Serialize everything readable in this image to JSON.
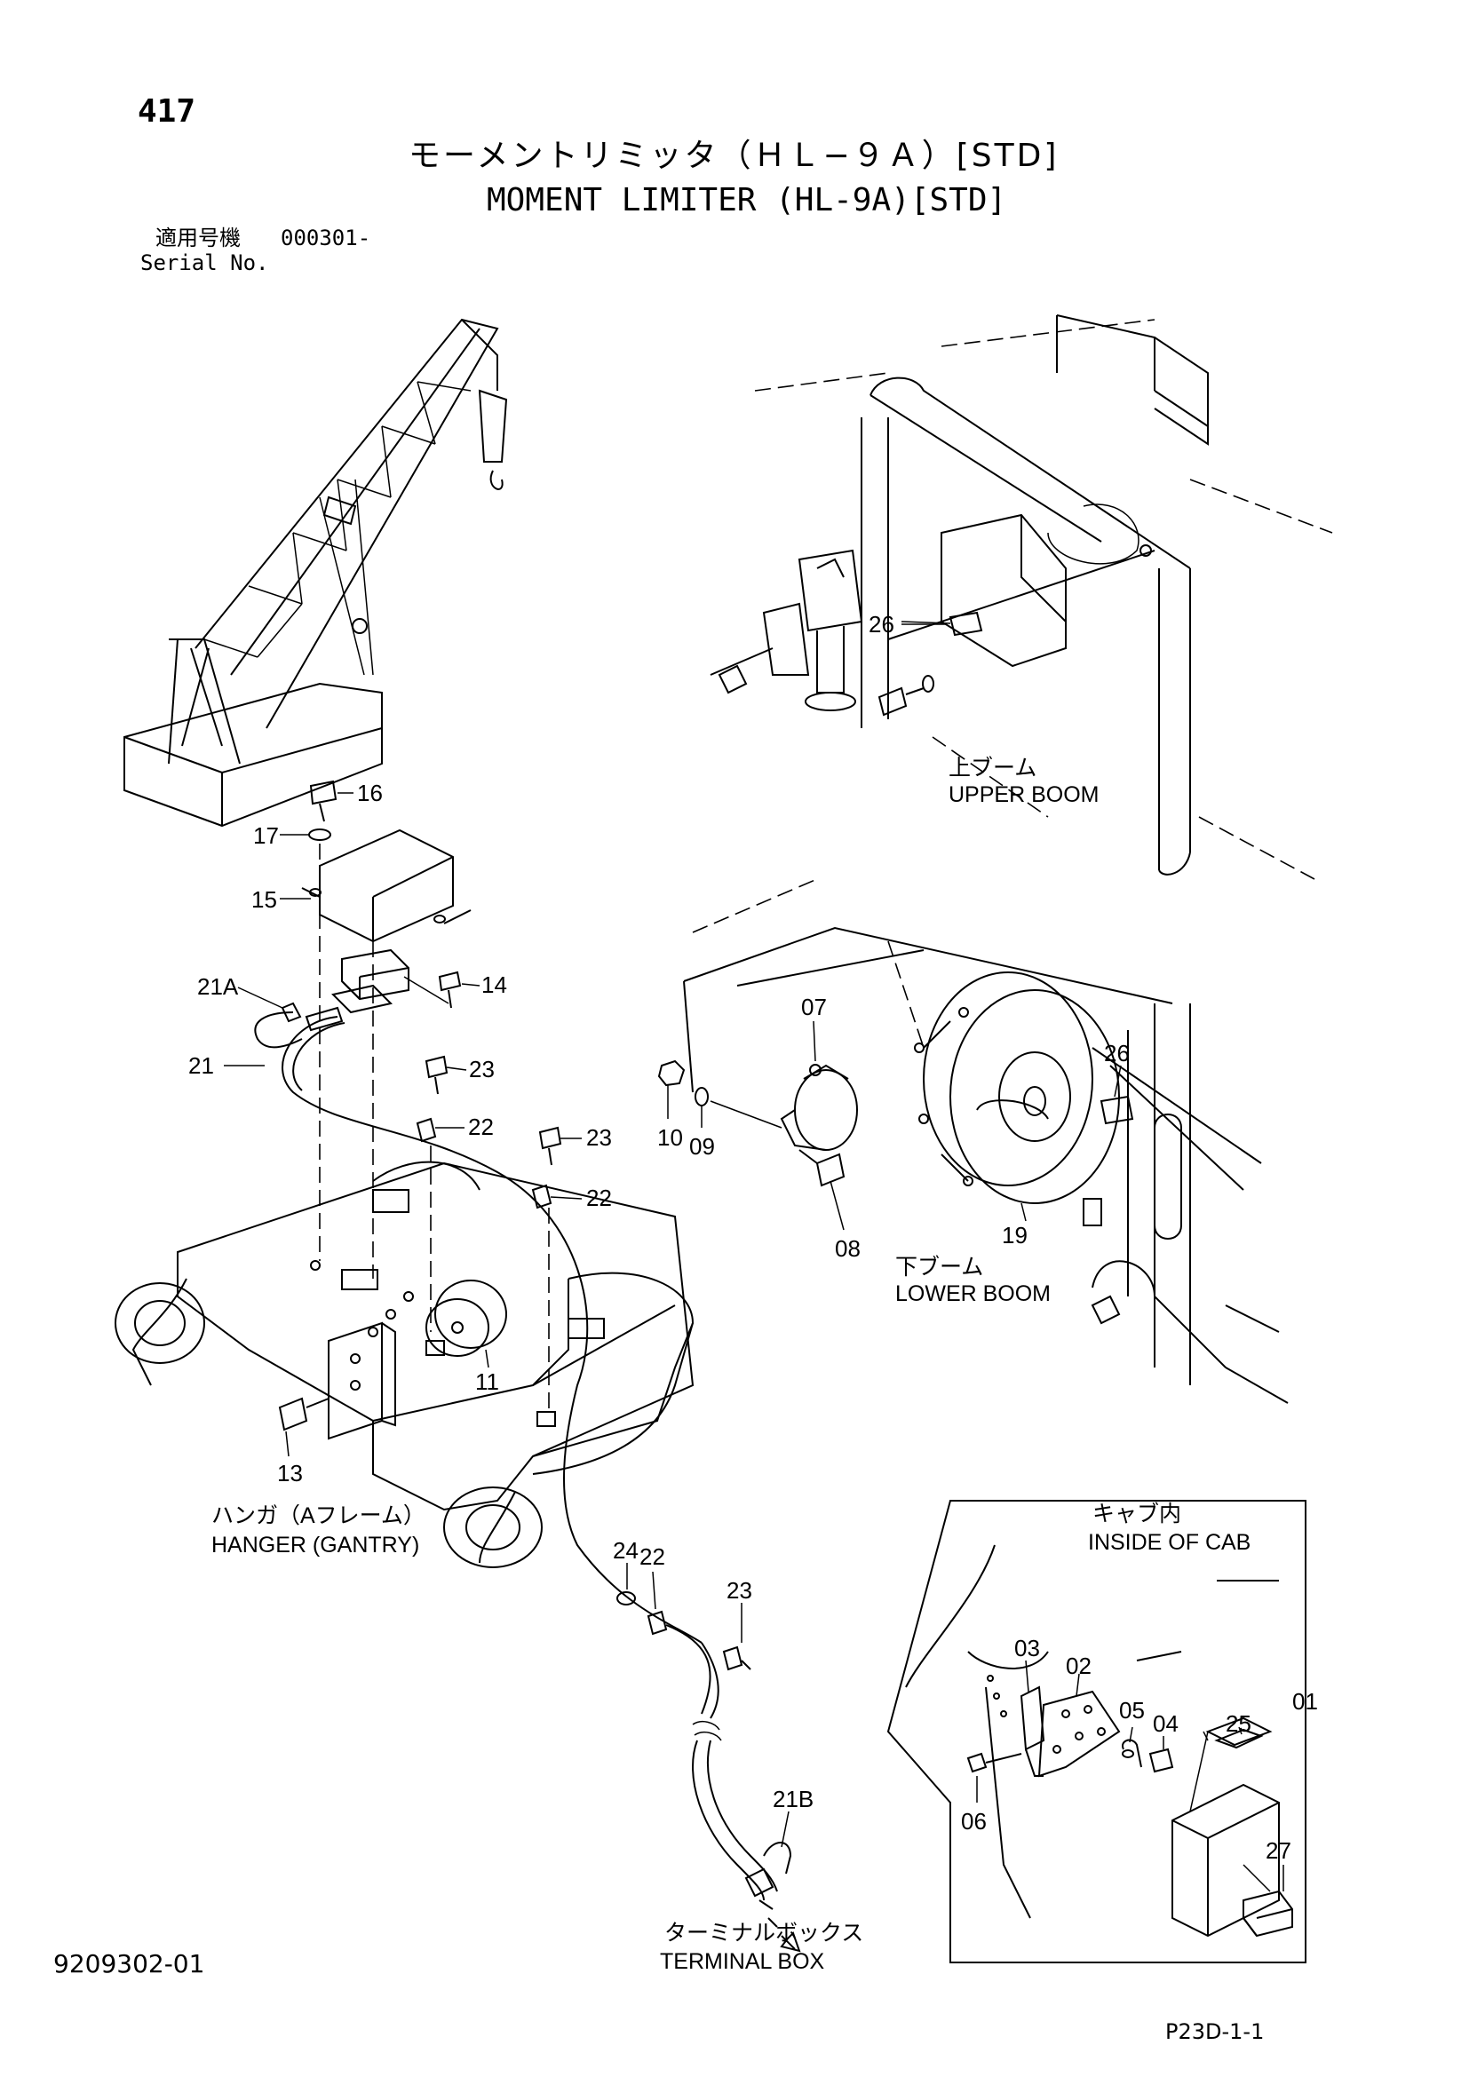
{
  "header": {
    "page_number": "417",
    "title_jp": "モーメントリミッタ（ＨＬ−９Ａ）[STD]",
    "title_en": "MOMENT LIMITER (HL-9A)[STD]",
    "serial_label_jp": "適用号機",
    "serial_value": "000301-",
    "serial_label_en": "Serial No."
  },
  "footer": {
    "document_number": "9209302-01",
    "page_code": "P23D-1-1"
  },
  "part_labels": [
    "01",
    "02",
    "03",
    "04",
    "05",
    "06",
    "07",
    "08",
    "09",
    "10",
    "11",
    "13",
    "14",
    "15",
    "16",
    "17",
    "19",
    "21",
    "21A",
    "21B",
    "22",
    "22",
    "22",
    "23",
    "23",
    "23",
    "24",
    "25",
    "26",
    "26",
    "27"
  ],
  "callouts": {
    "upper_boom_jp": "上ブーム",
    "upper_boom_en": "UPPER BOOM",
    "lower_boom_jp": "下ブーム",
    "lower_boom_en": "LOWER BOOM",
    "hanger_jp": "ハンガ（Aフレーム）",
    "hanger_en": "HANGER (GANTRY)",
    "cab_jp": "キャブ内",
    "cab_en": "INSIDE OF CAB",
    "terminal_jp": "ターミナルボックス",
    "terminal_en": "TERMINAL BOX"
  }
}
